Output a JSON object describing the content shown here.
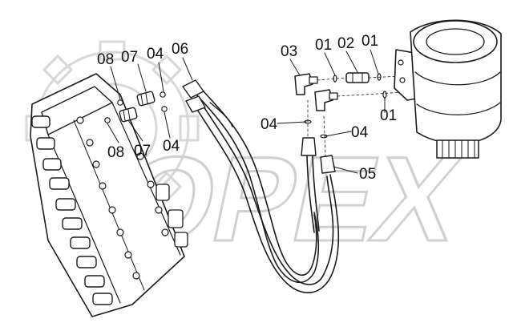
{
  "watermark": {
    "text": "OPEX",
    "color": "#d0d0d0"
  },
  "callouts": [
    {
      "id": "c-08-top",
      "label": "08"
    },
    {
      "id": "c-07-top",
      "label": "07"
    },
    {
      "id": "c-04-top",
      "label": "04"
    },
    {
      "id": "c-06",
      "label": "06"
    },
    {
      "id": "c-03",
      "label": "03"
    },
    {
      "id": "c-01-a",
      "label": "01"
    },
    {
      "id": "c-02",
      "label": "02"
    },
    {
      "id": "c-01-b",
      "label": "01"
    },
    {
      "id": "c-04-mid",
      "label": "04"
    },
    {
      "id": "c-04-right",
      "label": "04"
    },
    {
      "id": "c-01-c",
      "label": "01"
    },
    {
      "id": "c-08-bot",
      "label": "08"
    },
    {
      "id": "c-07-bot",
      "label": "07"
    },
    {
      "id": "c-04-bot",
      "label": "04"
    },
    {
      "id": "c-05",
      "label": "05"
    }
  ]
}
